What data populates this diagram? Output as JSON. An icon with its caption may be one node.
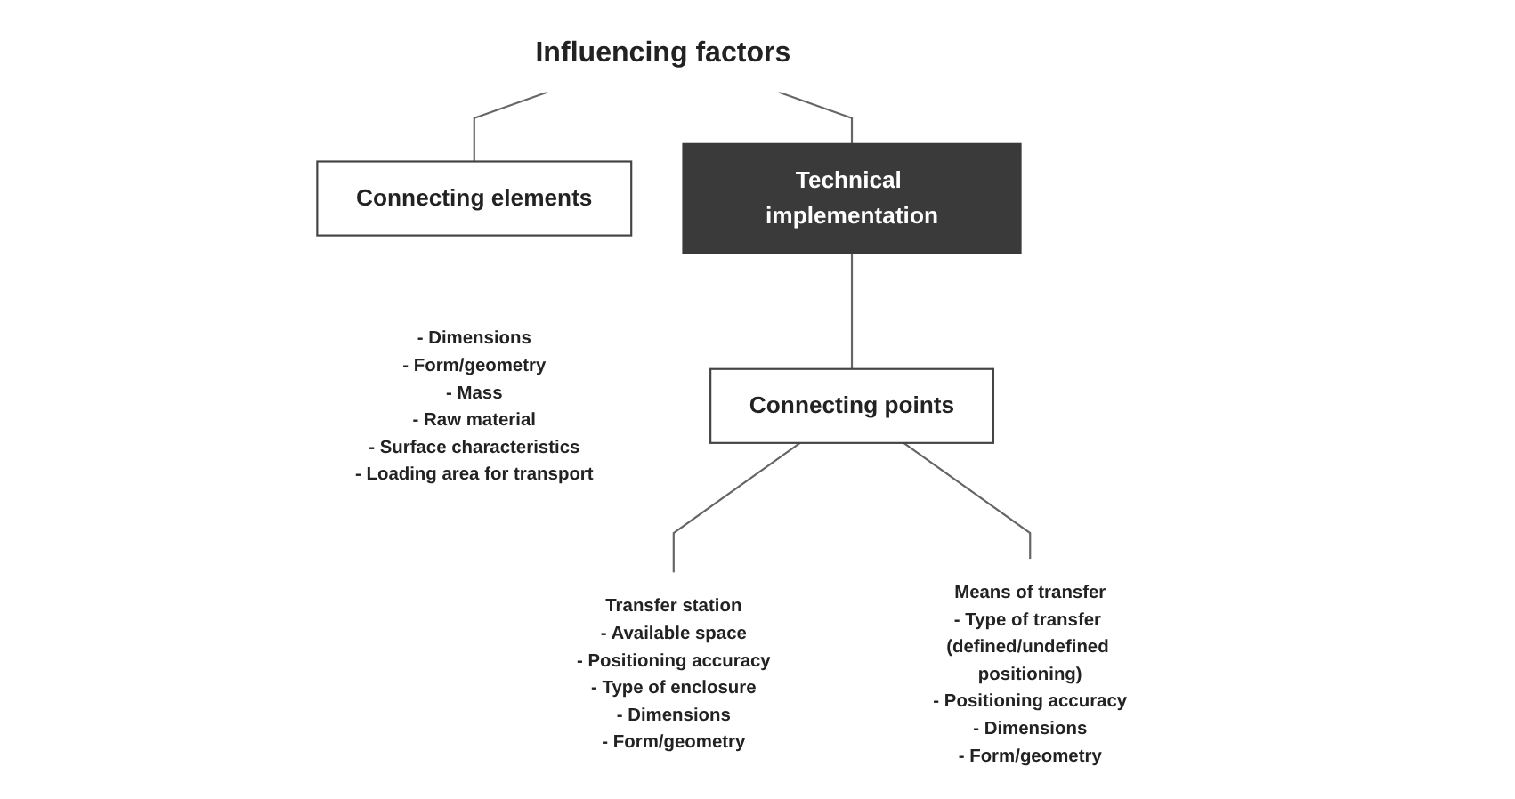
{
  "diagram": {
    "nodes": [
      {
        "text": [
          "Influencing factors"
        ]
      },
      {
        "text": [
          "Connecting elements"
        ],
        "beside": [
          "- Dimensions",
          "- Form/geometry",
          "- Mass",
          "- Raw material",
          "- Surface characteristics",
          "- Loading area for transport"
        ]
      },
      {
        "text": [
          "Technical implementation"
        ]
      },
      {
        "text": [
          "Connecting points"
        ]
      },
      {
        "text": [
          "Transfer station",
          "- Available space",
          "- Positioning accuracy",
          "- Type of enclosure",
          "- Dimensions",
          "- Form/geometry"
        ]
      },
      {
        "text": [
          "Means of transfer",
          "- Type of transfer (defined/undefined positioning)",
          "- Positioning accuracy",
          "- Dimensions",
          "- Form/geometry"
        ]
      }
    ],
    "edges": [
      {
        "from": 0,
        "to": 1,
        "arrow": "none"
      },
      {
        "from": 0,
        "to": 2,
        "arrow": "none"
      },
      {
        "from": 2,
        "to": 3,
        "arrow": "none"
      },
      {
        "from": 3,
        "to": 4,
        "arrow": "none"
      },
      {
        "from": 3,
        "to": 5,
        "arrow": "none"
      }
    ]
  }
}
